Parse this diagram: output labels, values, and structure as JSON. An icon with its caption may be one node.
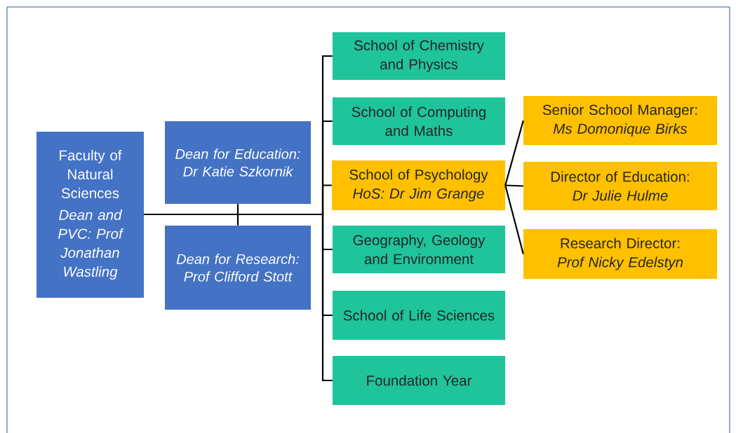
{
  "diagram": {
    "nodes": [
      {
        "text": [
          "Faculty of Natural Sciences",
          "Dean and PVC: Prof Jonathan Wastling"
        ]
      },
      {
        "text": [
          "Dean for Education: Dr Katie Szkornik"
        ]
      },
      {
        "text": [
          "Dean for Research: Prof Clifford Stott"
        ]
      },
      {
        "text": [
          "School of Chemistry and Physics"
        ]
      },
      {
        "text": [
          "School of Computing and Maths"
        ]
      },
      {
        "text": [
          "School of Psychology",
          "HoS: Dr Jim Grange"
        ]
      },
      {
        "text": [
          "Geography, Geology and Environment"
        ]
      },
      {
        "text": [
          "School of Life Sciences"
        ]
      },
      {
        "text": [
          "Foundation Year"
        ]
      },
      {
        "text": [
          "Senior School Manager:",
          "Ms Domonique Birks"
        ]
      },
      {
        "text": [
          "Director of Education:",
          "Dr Julie Hulme"
        ]
      },
      {
        "text": [
          "Research Director:",
          "Prof Nicky Edelstyn"
        ]
      }
    ],
    "edges": [
      {
        "from": 0,
        "to": 1,
        "arrow": "none"
      },
      {
        "from": 0,
        "to": 2,
        "arrow": "none"
      },
      {
        "from": 0,
        "to": 3,
        "arrow": "none"
      },
      {
        "from": 0,
        "to": 4,
        "arrow": "none"
      },
      {
        "from": 0,
        "to": 5,
        "arrow": "none"
      },
      {
        "from": 0,
        "to": 6,
        "arrow": "none"
      },
      {
        "from": 0,
        "to": 7,
        "arrow": "none"
      },
      {
        "from": 0,
        "to": 8,
        "arrow": "none"
      },
      {
        "from": 5,
        "to": 9,
        "arrow": "none"
      },
      {
        "from": 5,
        "to": 10,
        "arrow": "none"
      },
      {
        "from": 5,
        "to": 11,
        "arrow": "none"
      }
    ]
  }
}
